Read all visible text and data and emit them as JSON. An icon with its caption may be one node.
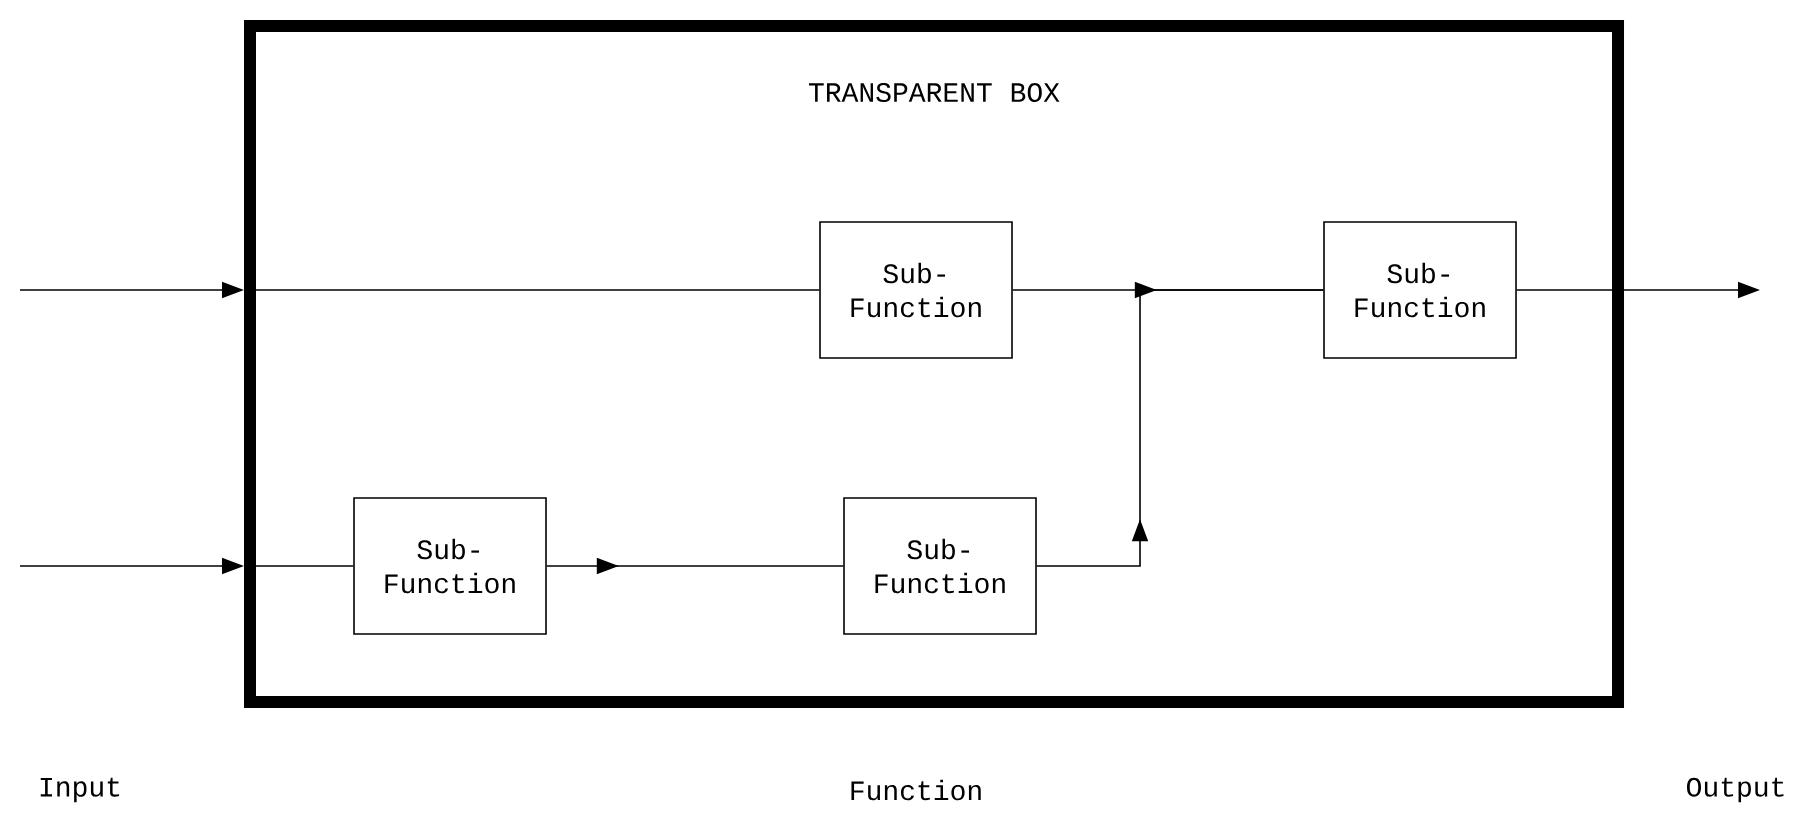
{
  "diagram": {
    "nodes": [
      {
        "text": [
          "TRANSPARENT BOX"
        ]
      },
      {
        "text": [
          "Sub- Function"
        ],
        "in": 0
      },
      {
        "text": [
          "Sub- Function"
        ],
        "in": 0
      },
      {
        "text": [
          "Sub- Function"
        ],
        "in": 0
      },
      {
        "text": [
          "Sub- Function"
        ],
        "in": 0
      }
    ],
    "edges": [
      {
        "from": null,
        "to": 0,
        "arrow": "to"
      },
      {
        "from": 0,
        "to": 1,
        "arrow": "none"
      },
      {
        "from": null,
        "to": 0,
        "arrow": "to"
      },
      {
        "from": 0,
        "to": 3,
        "arrow": "none"
      },
      {
        "from": 3,
        "to": 4,
        "arrow": "to"
      },
      {
        "from": 1,
        "to": 2,
        "arrow": "to"
      },
      {
        "from": 4,
        "to": 2,
        "arrow": "to"
      },
      {
        "from": 2,
        "to": 0,
        "arrow": "none"
      },
      {
        "from": 0,
        "to": null,
        "arrow": "to"
      }
    ],
    "labels": [
      "Input",
      "Function",
      "Output"
    ]
  }
}
